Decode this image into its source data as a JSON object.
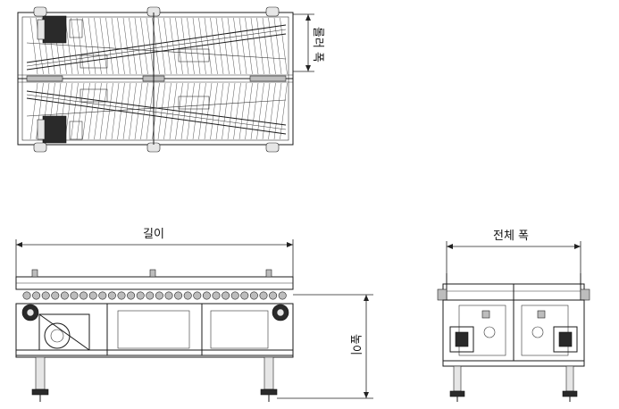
{
  "labels": {
    "roller_width": "롤러 폭",
    "length": "길이",
    "overall_width": "전체 폭",
    "height": "높이"
  }
}
